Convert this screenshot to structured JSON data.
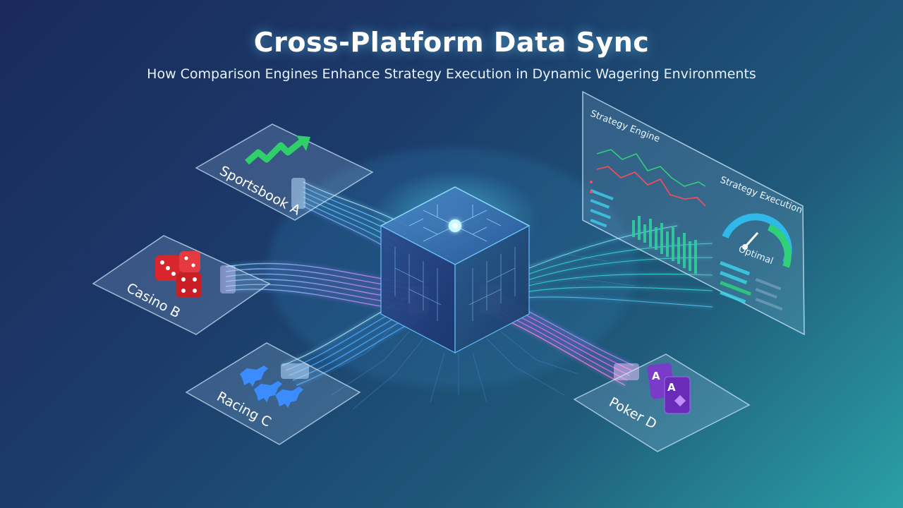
{
  "header": {
    "title": "Cross-Platform Data Sync",
    "subtitle": "How Comparison Engines Enhance Strategy Execution in Dynamic Wagering Environments"
  },
  "platforms": [
    {
      "label": "Sportsbook A",
      "icon": "trend-arrow-icon",
      "color": "#2fcf6a"
    },
    {
      "label": "Casino B",
      "icon": "dice-icon",
      "color": "#e0282e"
    },
    {
      "label": "Racing C",
      "icon": "horses-icon",
      "color": "#3a8cff"
    },
    {
      "label": "Poker D",
      "icon": "playing-cards-icon",
      "color": "#7a3cc8"
    }
  ],
  "cards": {
    "letter": "A"
  },
  "dashboard": {
    "engine_title": "Strategy Engine",
    "execution_title": "Strategy Execution",
    "gauge_label": "Optimal"
  },
  "colors": {
    "stream_blue": "#4fb8ff",
    "stream_magenta": "#e060ff",
    "stream_cyan": "#40e8e0",
    "hub_glow": "#8ff4ff"
  }
}
